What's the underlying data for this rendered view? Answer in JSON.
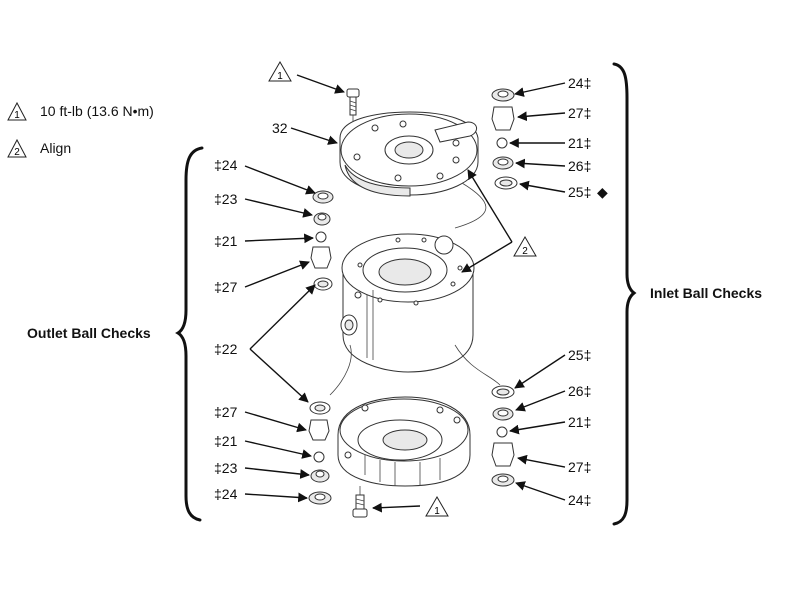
{
  "legend": {
    "note1": {
      "symbol": "1",
      "text": "10 ft-lb (13.6 N•m)"
    },
    "note2": {
      "symbol": "2",
      "text": "Align"
    }
  },
  "groups": {
    "outlet": "Outlet Ball Checks",
    "inlet": "Inlet Ball Checks"
  },
  "callouts": {
    "top_screw_note": "1",
    "bottom_screw_note": "1",
    "align_note": "2",
    "part_32": "32",
    "outlet_upper": [
      "‡24",
      "‡23",
      "‡21",
      "‡27"
    ],
    "outlet_22": "‡22",
    "outlet_lower": [
      "‡27",
      "‡21",
      "‡23",
      "‡24"
    ],
    "inlet_upper": [
      "24‡",
      "27‡",
      "21‡",
      "26‡",
      "25‡"
    ],
    "inlet_upper_diamond": "◆",
    "inlet_lower": [
      "25‡",
      "26‡",
      "21‡",
      "27‡",
      "24‡"
    ]
  }
}
